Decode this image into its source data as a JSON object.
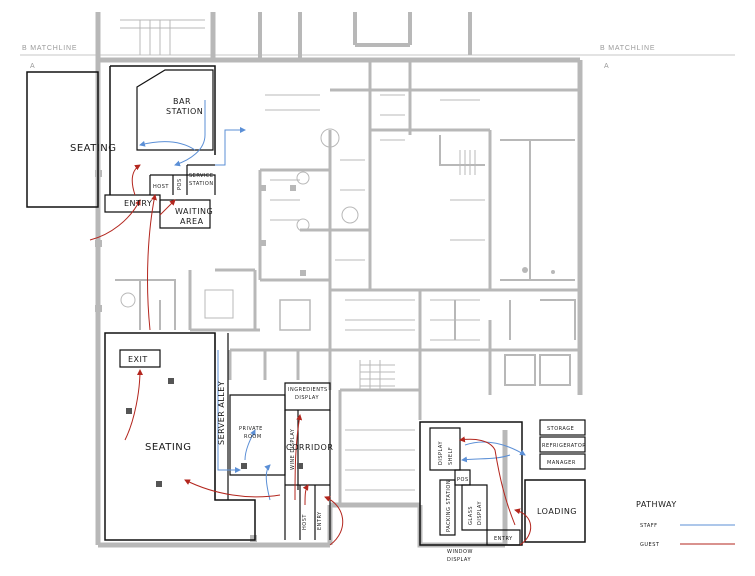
{
  "matchlines": {
    "left_label": "B MATCHLINE",
    "right_label": "B MATCHLINE",
    "left_grid": "A",
    "right_grid": "A"
  },
  "rooms": {
    "seating_upper": "SEATING",
    "bar_station_1": "BAR",
    "bar_station_2": "STATION",
    "service_station_1": "SERVICE",
    "service_station_2": "STATION",
    "host_upper": "HOST",
    "pos": "POS",
    "entry_upper": "ENTRY",
    "waiting_area_1": "WAITING",
    "waiting_area_2": "AREA",
    "exit": "EXIT",
    "seating_lower": "SEATING",
    "server_alley": "SERVER ALLEY",
    "private_room_1": "PRIVATE",
    "private_room_2": "ROOM",
    "ingredients_display_1": "INGREDIENTS",
    "ingredients_display_2": "DISPLAY",
    "wine_display": "WINE DISPLAY",
    "corridor": "CORRIDOR",
    "host_lower": "HOST",
    "entry_lower": "ENTRY",
    "display_shelf_1": "DISPLAY",
    "display_shelf_2": "SHELF",
    "pos_lower": "POS",
    "packing_station": "PACKING STATION",
    "glass_display_1": "GLASS",
    "glass_display_2": "DISPLAY",
    "entry_right": "ENTRY",
    "window_display_1": "WINDOW",
    "window_display_2": "DISPLAY",
    "storage": "STORAGE",
    "refrigerator": "REFRIGERATOR",
    "manager": "MANAGER",
    "loading": "LOADING"
  },
  "legend": {
    "title": "PATHWAY",
    "items": [
      {
        "label": "STAFF",
        "color": "#5b8fd6"
      },
      {
        "label": "GUEST",
        "color": "#b3261e"
      }
    ]
  }
}
